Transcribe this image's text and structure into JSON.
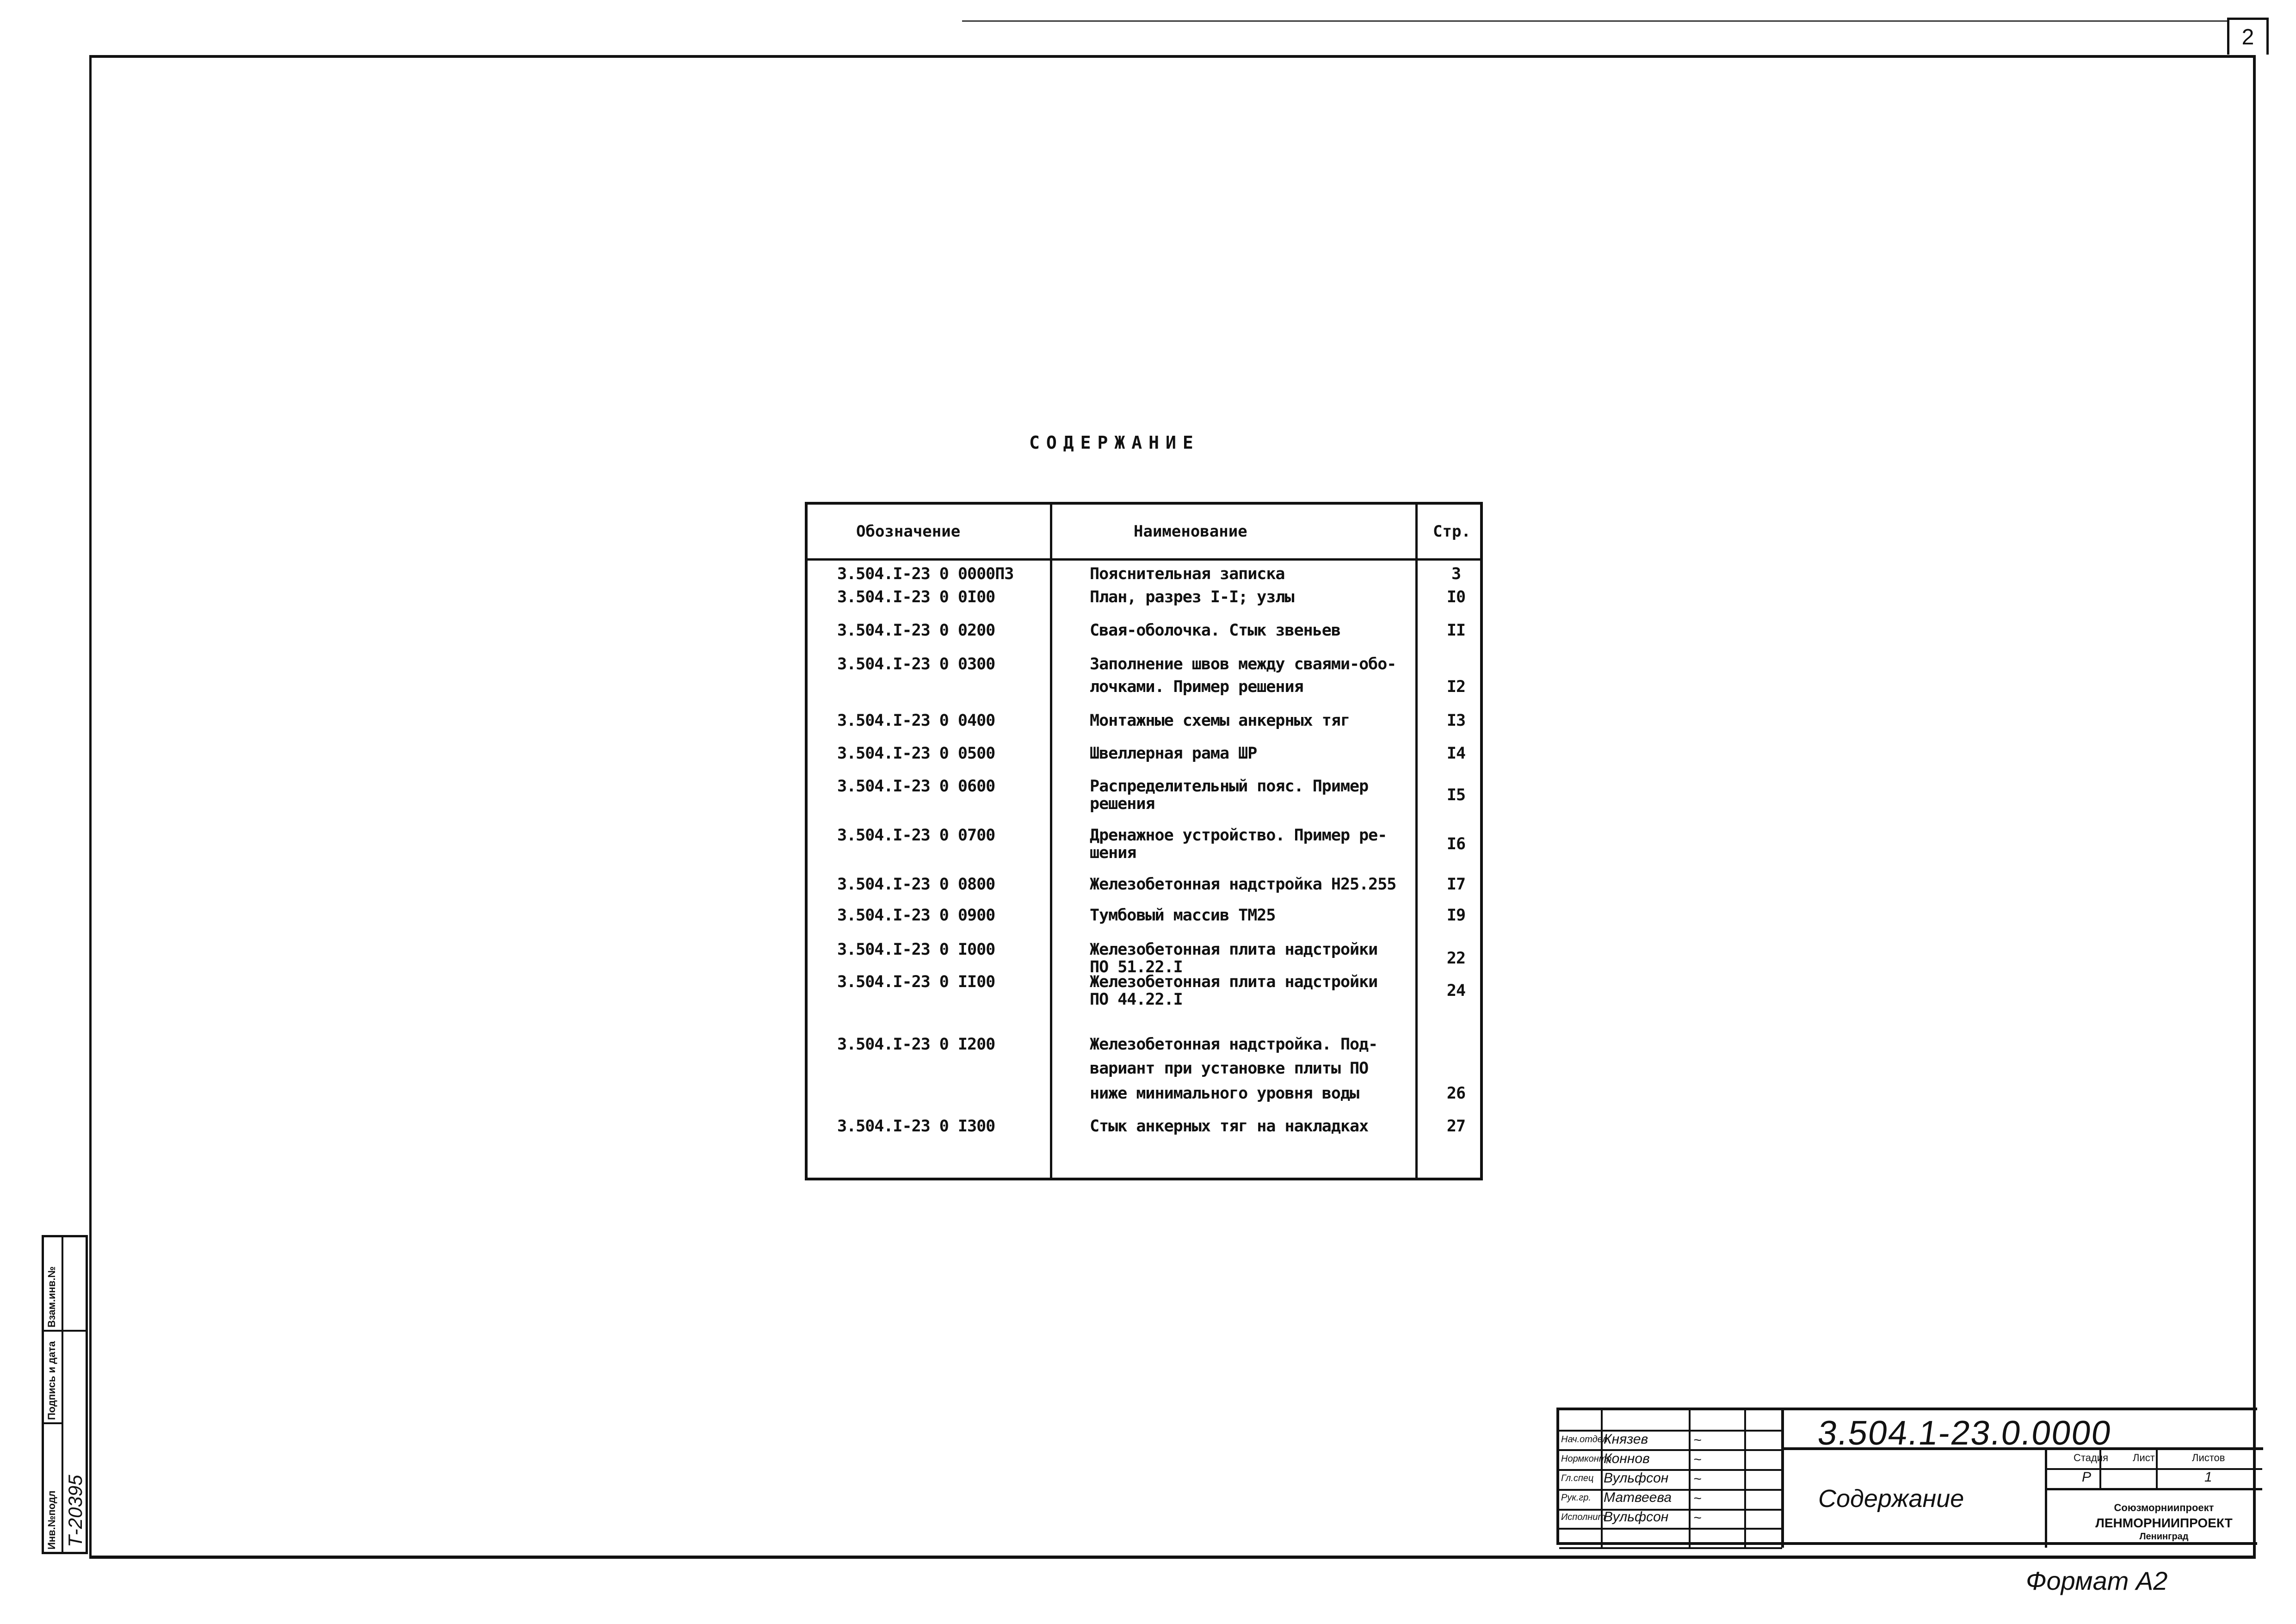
{
  "sheet_number": "2",
  "title": "СОДЕРЖАНИЕ",
  "table": {
    "headers": [
      "Обозначение",
      "Наименование",
      "Стр."
    ],
    "rows": [
      {
        "code": "3.504.I-23 0 0000ПЗ",
        "name": [
          "Пояснительная записка"
        ],
        "page": "3"
      },
      {
        "code": "3.504.I-23 0 0I00",
        "name": [
          "План, разрез I-I; узлы"
        ],
        "page": "I0"
      },
      {
        "code": "3.504.I-23 0 0200",
        "name": [
          "Свая-оболочка. Стык звеньев"
        ],
        "page": "II"
      },
      {
        "code": "3.504.I-23 0 0300",
        "name": [
          "Заполнение швов между сваями-обо-",
          "лочками. Пример решения"
        ],
        "page": "I2"
      },
      {
        "code": "3.504.I-23 0 0400",
        "name": [
          "Монтажные схемы анкерных тяг"
        ],
        "page": "I3"
      },
      {
        "code": "3.504.I-23 0 0500",
        "name": [
          "Швеллерная рама ШР"
        ],
        "page": "I4"
      },
      {
        "code": "3.504.I-23 0 0600",
        "name": [
          "Распределительный пояс. Пример",
          "решения"
        ],
        "page": "I5"
      },
      {
        "code": "3.504.I-23 0 0700",
        "name": [
          "Дренажное устройство. Пример ре-",
          "шения"
        ],
        "page": "I6"
      },
      {
        "code": "3.504.I-23 0 0800",
        "name": [
          "Железобетонная надстройка Н25.255"
        ],
        "page": "I7"
      },
      {
        "code": "3.504.I-23 0 0900",
        "name": [
          "Тумбовый массив ТМ25"
        ],
        "page": "I9"
      },
      {
        "code": "3.504.I-23 0 I000",
        "name": [
          "Железобетонная плита надстройки",
          "ПО 51.22.I"
        ],
        "page": "22"
      },
      {
        "code": "3.504.I-23 0 II00",
        "name": [
          "Железобетонная плита надстройки",
          "ПО 44.22.I"
        ],
        "page": "24"
      },
      {
        "code": "3.504.I-23 0 I200",
        "name": [
          "Железобетонная надстройка. Под-",
          "вариант при установке плиты ПО",
          "ниже минимального уровня воды"
        ],
        "page": "26"
      },
      {
        "code": "3.504.I-23 0 I300",
        "name": [
          "Стык анкерных тяг на накладках"
        ],
        "page": "27"
      }
    ]
  },
  "title_block": {
    "designation": "3.504.1-23.0.0000",
    "sheet_title": "Содержание",
    "signers": [
      {
        "role": "Нач.отдел",
        "name": "Князев"
      },
      {
        "role": "Нормконтр",
        "name": "Коннов"
      },
      {
        "role": "Гл.спец",
        "name": "Вульфсон"
      },
      {
        "role": "Рук.гр.",
        "name": "Матвеева"
      },
      {
        "role": "Исполнит",
        "name": "Вульфсон"
      }
    ],
    "stage_labels": [
      "Стадия",
      "Лист",
      "Листов"
    ],
    "stage_values": [
      "Р",
      "",
      "1"
    ],
    "org": [
      "Союзморниипроект",
      "ЛЕНМОРНИИПРОЕКТ",
      "Ленинград"
    ]
  },
  "format_note": "Формат А2",
  "side_stamp": {
    "labels": [
      "Инв.№подл",
      "Подпись и дата",
      "Взам.инв.№"
    ],
    "inventory_number": "Т-20395"
  }
}
